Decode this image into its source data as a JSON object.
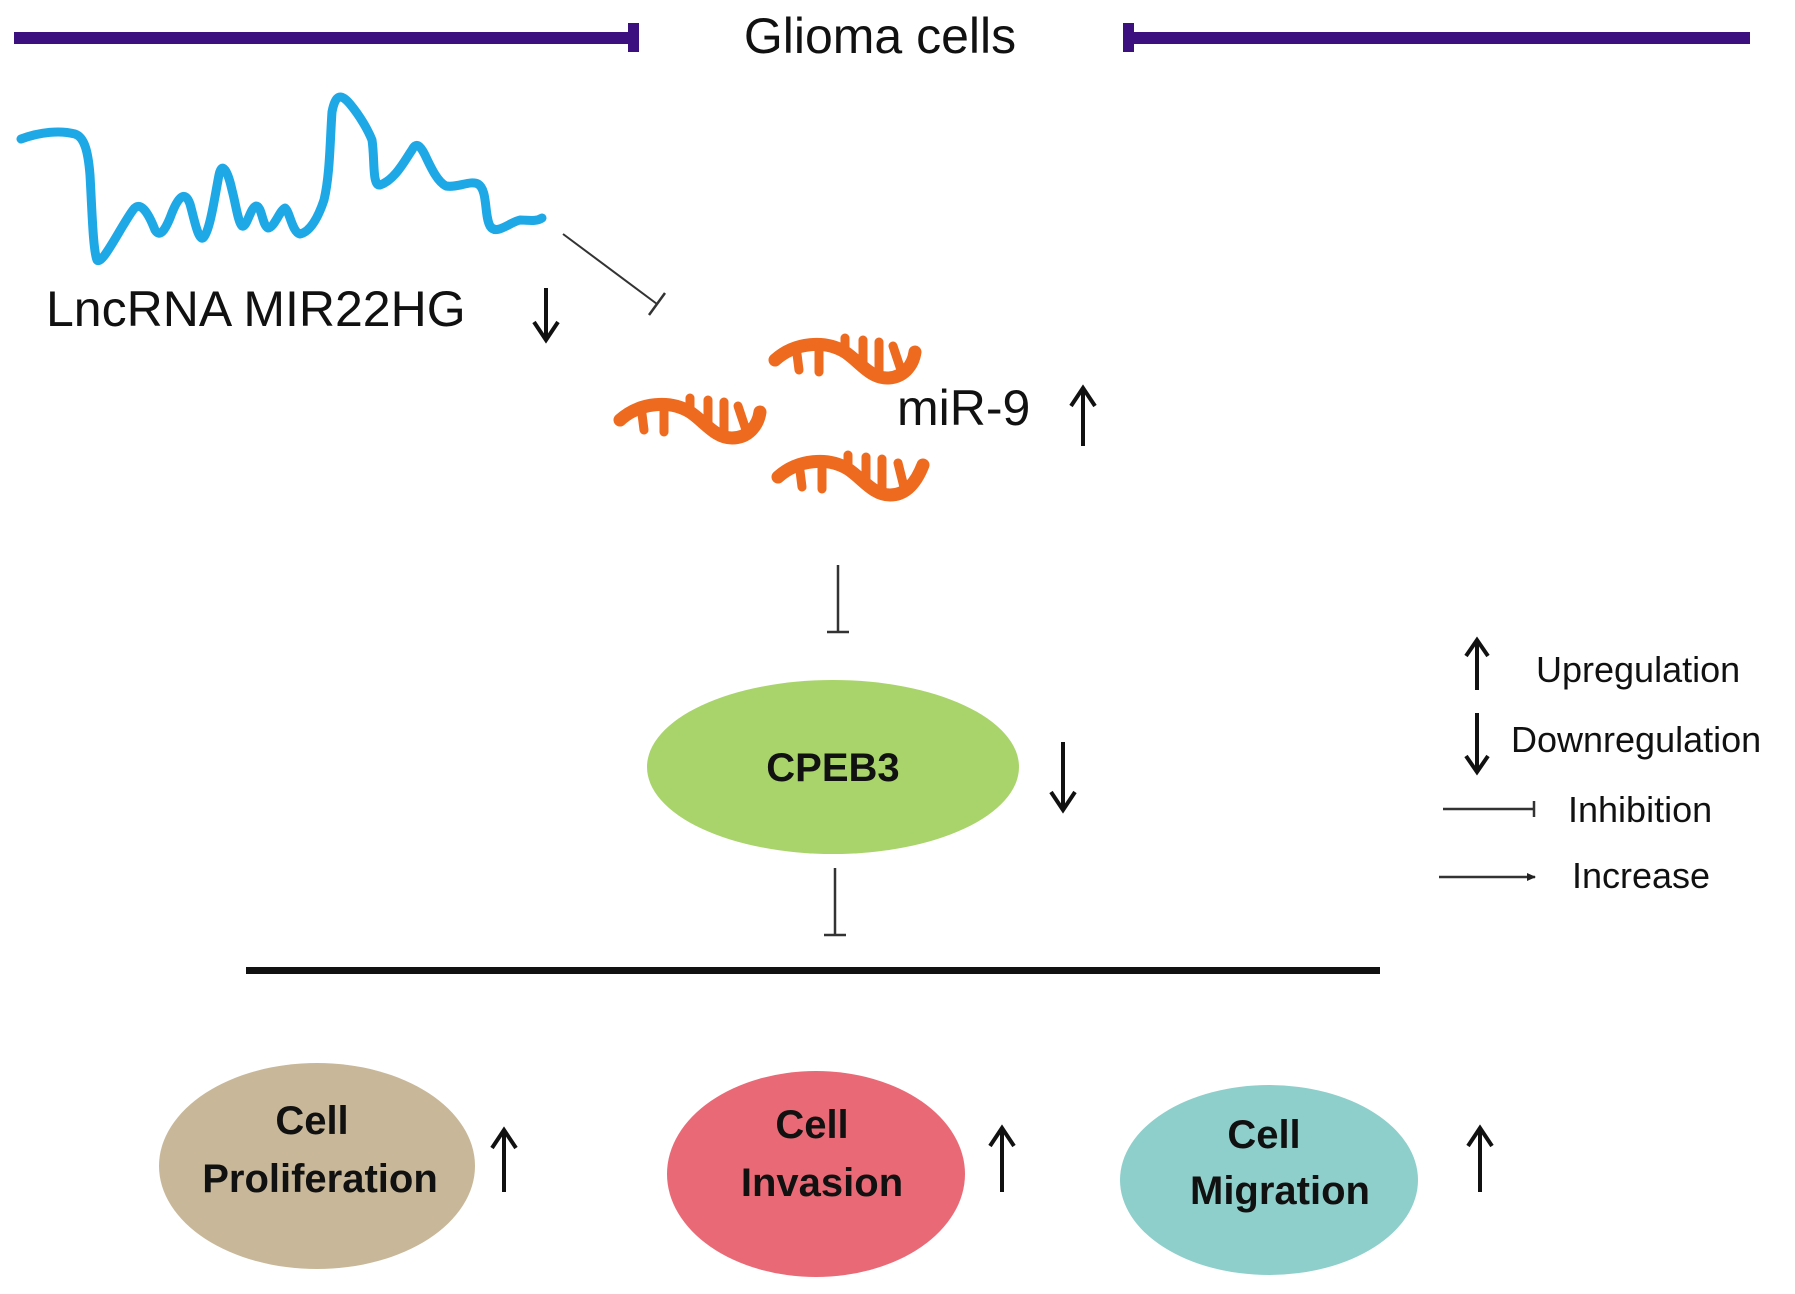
{
  "header": {
    "title": "Glioma cells",
    "bar_color": "#3d1080"
  },
  "lncrna": {
    "label": "LncRNA MIR22HG",
    "regulation": "down",
    "color": "#1fa8e6"
  },
  "mirna": {
    "label": "miR-9",
    "regulation": "up",
    "color": "#ee6a1f",
    "copies": 3
  },
  "target": {
    "label": "CPEB3",
    "regulation": "down",
    "color": "#a9d46b"
  },
  "outcomes": [
    {
      "line1": "Cell",
      "line2": "Proliferation",
      "regulation": "up",
      "color": "#c8b899"
    },
    {
      "line1": "Cell",
      "line2": "Invasion",
      "regulation": "up",
      "color": "#e96a76"
    },
    {
      "line1": "Cell",
      "line2": "Migration",
      "regulation": "up",
      "color": "#8ecfcc"
    }
  ],
  "relations": [
    {
      "from": "LncRNA MIR22HG",
      "to": "miR-9",
      "type": "inhibition"
    },
    {
      "from": "miR-9",
      "to": "CPEB3",
      "type": "inhibition"
    },
    {
      "from": "CPEB3",
      "to": "Cell Proliferation / Invasion / Migration",
      "type": "inhibition"
    }
  ],
  "legend": [
    {
      "symbol": "up-arrow",
      "label": "Upregulation"
    },
    {
      "symbol": "down-arrow",
      "label": "Downregulation"
    },
    {
      "symbol": "inhibition-line",
      "label": "Inhibition"
    },
    {
      "symbol": "increase-arrow",
      "label": "Increase"
    }
  ]
}
